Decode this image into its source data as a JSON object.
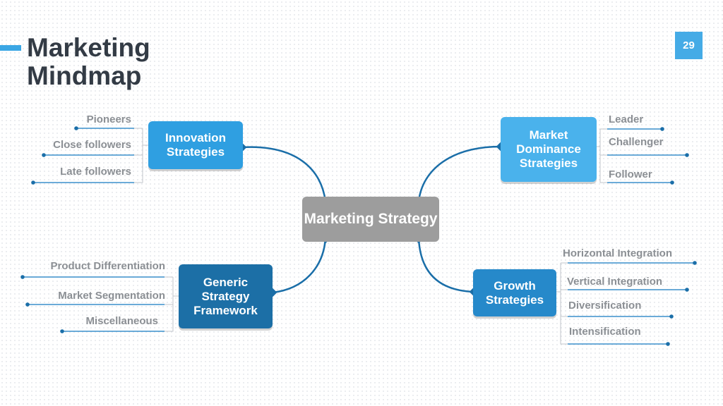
{
  "slide": {
    "title": "Marketing\nMindmap",
    "page_number": "29"
  },
  "mindmap": {
    "center": "Marketing Strategy",
    "branches": [
      {
        "label": "Innovation\nStrategies",
        "color": "#2f9fe1",
        "leaves": [
          "Pioneers",
          "Close followers",
          "Late followers"
        ]
      },
      {
        "label": "Generic\nStrategy\nFramework",
        "color": "#1c6fa6",
        "leaves": [
          "Product Differentiation",
          "Market Segmentation",
          "Miscellaneous"
        ]
      },
      {
        "label": "Market\nDominance\nStrategies",
        "color": "#4ab2ec",
        "leaves": [
          "Leader",
          "Challenger",
          "Follower"
        ]
      },
      {
        "label": "Growth\nStrategies",
        "color": "#2689ca",
        "leaves": [
          "Horizontal Integration",
          "Vertical Integration",
          "Diversification",
          "Intensification"
        ]
      }
    ]
  },
  "colors": {
    "accent": "#3aa6e4",
    "connector": "#1a6ea8",
    "leaf_text": "#8b8f94",
    "center_node": "#9d9d9d"
  }
}
